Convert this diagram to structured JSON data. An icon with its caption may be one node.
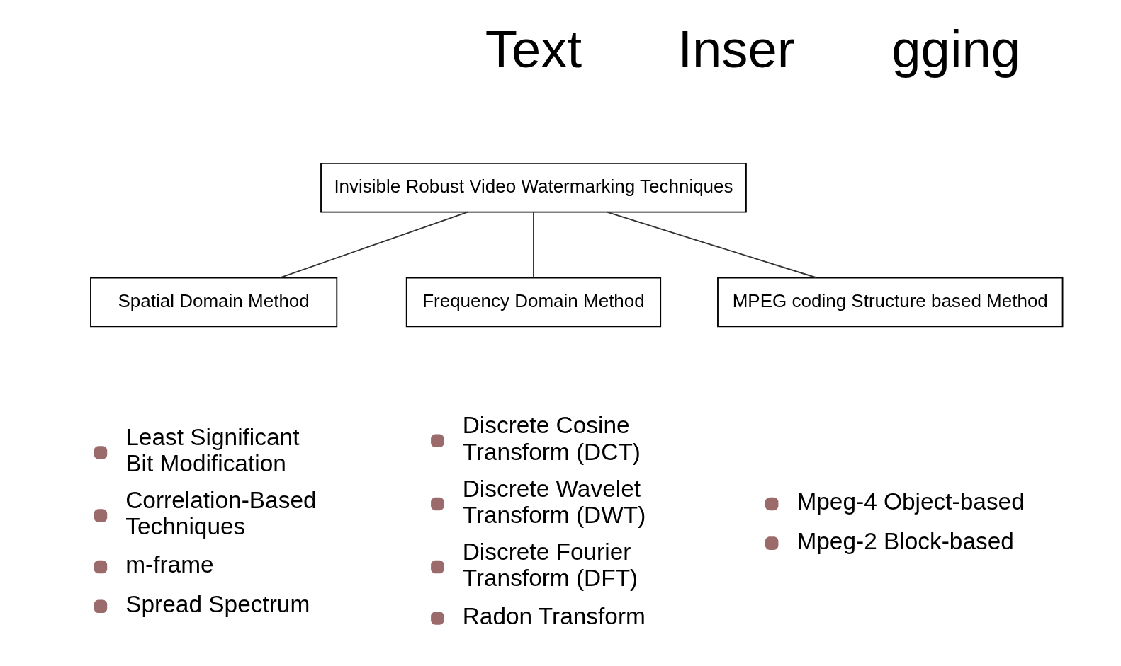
{
  "diagram": {
    "nodes": [
      {
        "text": [
          "Invisible Robust Video Watermarking Techniques"
        ]
      },
      {
        "text": [
          "Spatial Domain Method"
        ],
        "beside": [
          "Least Significant Bit Modification",
          "Correlation-Based Techniques",
          "m-frame",
          "Spread Spectrum"
        ]
      },
      {
        "text": [
          "Frequency Domain Method"
        ],
        "beside": [
          "Discrete Cosine Transform (DCT)",
          "Discrete Wavelet Transform (DWT)",
          "Discrete Fourier Transform (DFT)",
          "Radon Transform"
        ]
      },
      {
        "text": [
          "MPEG coding Structure based Method"
        ],
        "beside": [
          "Mpeg-4 Object-based",
          "Mpeg-2 Block-based"
        ]
      }
    ],
    "edges": [
      {
        "from": 0,
        "to": 1,
        "arrow": "none"
      },
      {
        "from": 0,
        "to": 2,
        "arrow": "none"
      },
      {
        "from": 0,
        "to": 3,
        "arrow": "none"
      }
    ],
    "labels": [
      "Text",
      "Inser",
      "gging"
    ]
  }
}
